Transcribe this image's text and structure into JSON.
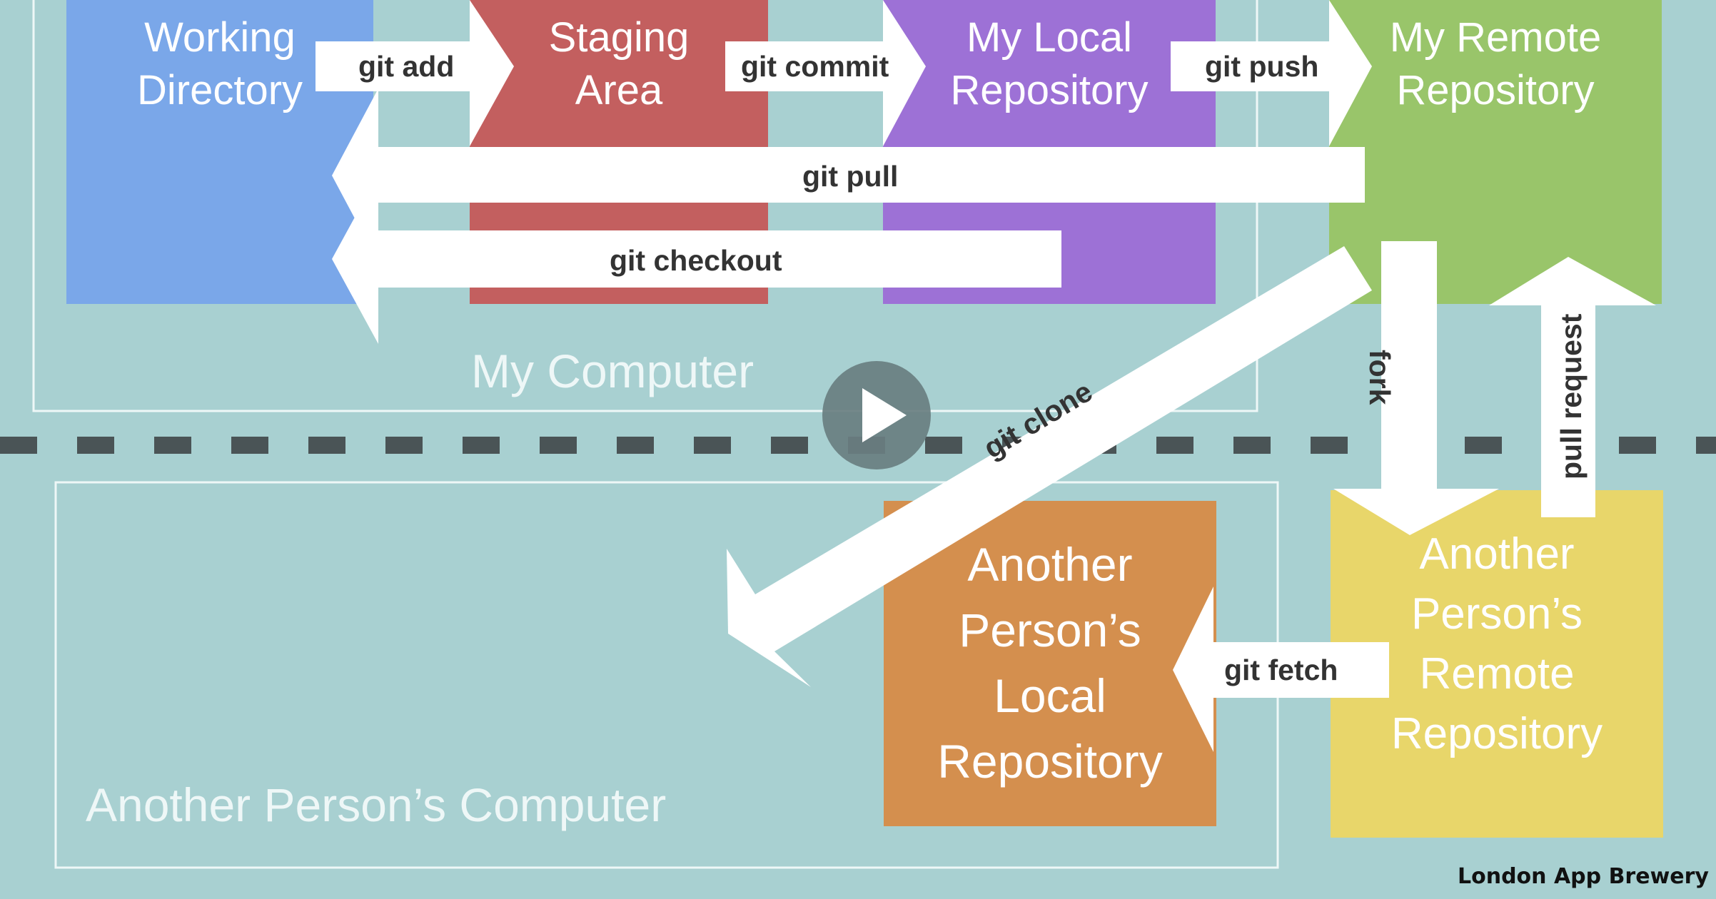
{
  "diagram": {
    "boxes": {
      "working_directory": {
        "lines": [
          "Working",
          "Directory"
        ],
        "color": "#7aa7e9"
      },
      "staging_area": {
        "lines": [
          "Staging",
          "Area"
        ],
        "color": "#c35f5f"
      },
      "my_local_repository": {
        "lines": [
          "My Local",
          "Repository"
        ],
        "color": "#9d71d6"
      },
      "my_remote_repository": {
        "lines": [
          "My Remote",
          "Repository"
        ],
        "color": "#99c56a"
      },
      "another_local_repository": {
        "lines": [
          "Another",
          "Person’s",
          "Local",
          "Repository"
        ],
        "color": "#d48f4e"
      },
      "another_remote_repository": {
        "lines": [
          "Another",
          "Person’s",
          "Remote",
          "Repository"
        ],
        "color": "#e8d66a"
      }
    },
    "regions": {
      "my_computer": "My Computer",
      "another_computer": "Another Person’s Computer"
    },
    "arrows": {
      "git_add": "git add",
      "git_commit": "git commit",
      "git_push": "git push",
      "git_pull": "git pull",
      "git_checkout": "git checkout",
      "git_clone": "git clone",
      "fork": "fork",
      "pull_request": "pull request",
      "git_fetch": "git fetch"
    },
    "colors": {
      "background": "#a8d0d1",
      "arrow_fill": "#ffffff",
      "arrow_text": "#333333",
      "divider": "#4a5456"
    }
  },
  "player": {
    "play_icon": "play-icon"
  },
  "watermark": "London App Brewery"
}
